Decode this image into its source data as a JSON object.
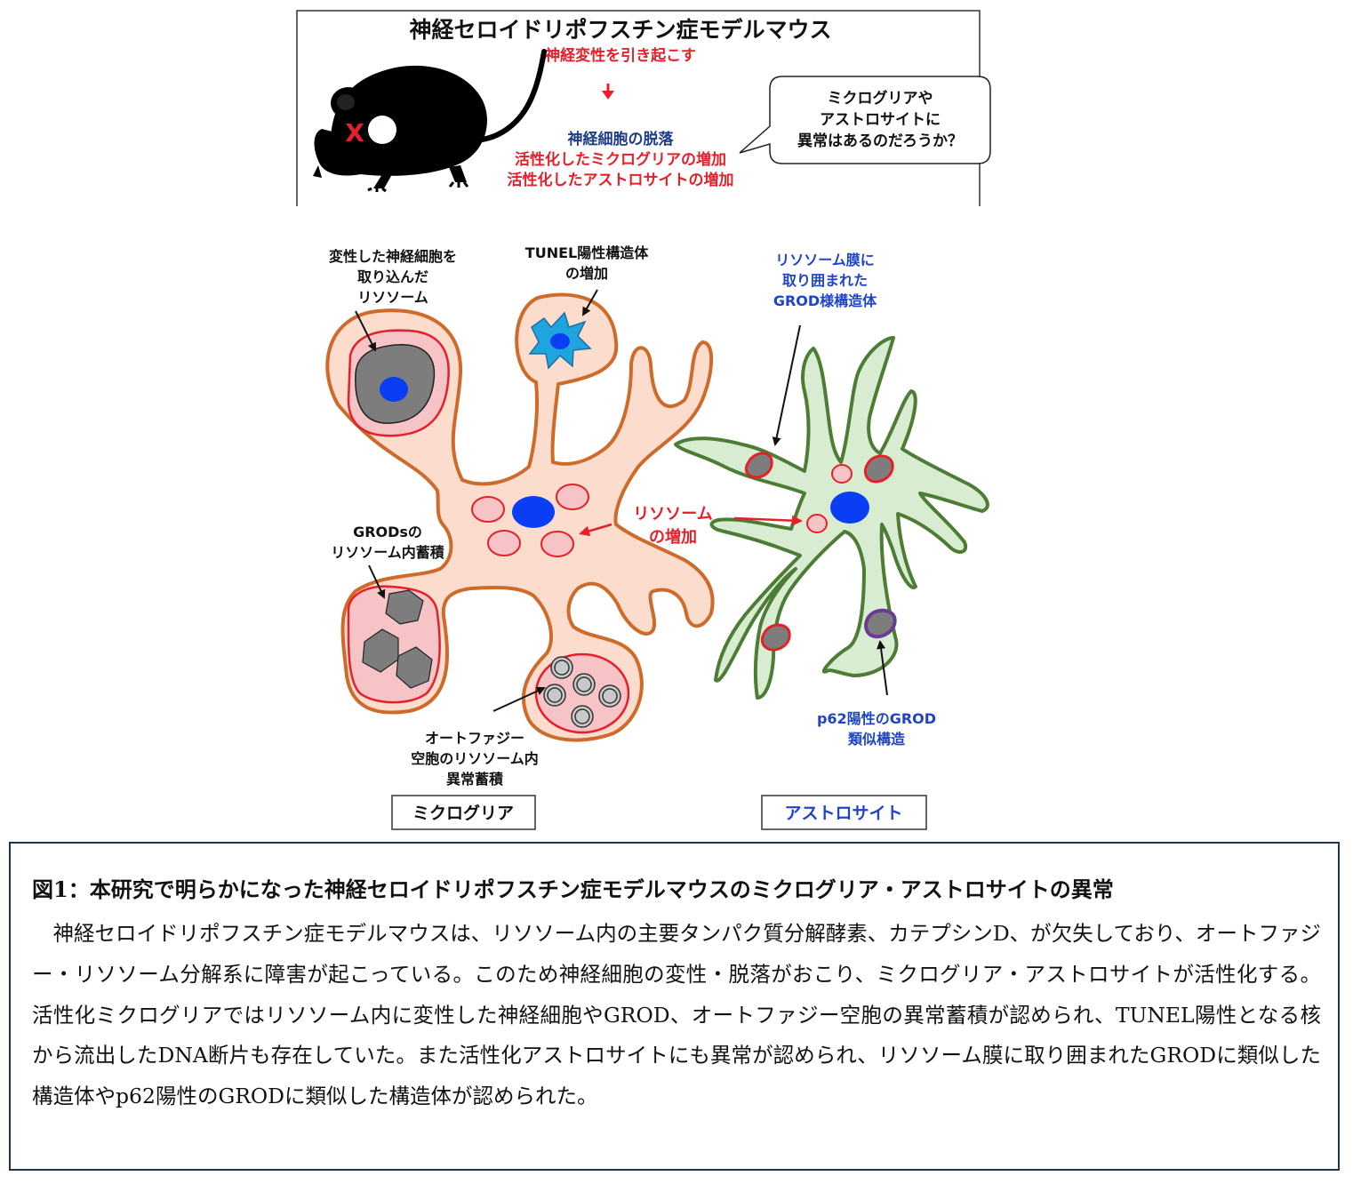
{
  "header": {
    "title": "神経セロイドリポフスチン症モデルマウス",
    "cause": "神経変性を引き起こす",
    "knockout_mark": "X",
    "effects": [
      "神経細胞の脱落",
      "活性化したミクログリアの増加",
      "活性化したアストロサイトの増加"
    ],
    "question_lines": [
      "ミクログリアや",
      "アストロサイトに",
      "異常はあるのだろうか？"
    ]
  },
  "microglia": {
    "panel_label": "ミクログリア",
    "labels": {
      "lysosome_neuron": [
        "変性した神経細胞を",
        "取り込んだ",
        "リソソーム"
      ],
      "tunel": [
        "TUNEL陽性構造体",
        "の増加"
      ],
      "grods": [
        "GRODsの",
        "リソソーム内蓄積"
      ],
      "autophagy": [
        "オートファジー",
        "空胞のリソソーム内",
        "異常蓄積"
      ]
    }
  },
  "shared": {
    "lysosome_increase": [
      "リソソーム",
      "の増加"
    ]
  },
  "astrocyte": {
    "panel_label": "アストロサイト",
    "labels": {
      "grod_like": [
        "リソソーム膜に",
        "取り囲まれた",
        "GROD様構造体"
      ],
      "p62": [
        "p62陽性のGROD",
        "類似構造"
      ]
    }
  },
  "caption": {
    "title": "図1：本研究で明らかになった神経セロイドリポフスチン症モデルマウスのミクログリア・アストロサイトの異常",
    "body": "神経セロイドリポフスチン症モデルマウスは、リソソーム内の主要タンパク質分解酵素、カテプシンD、が欠失しており、オートファジー・リソソーム分解系に障害が起こっている。このため神経細胞の変性・脱落がおこり、ミクログリア・アストロサイトが活性化する。活性化ミクログリアではリソソーム内に変性した神経細胞やGROD、オートファジー空胞の異常蓄積が認められ、TUNEL陽性となる核から流出したDNA断片も存在していた。また活性化アストロサイトにも異常が認められ、リソソーム膜に取り囲まれたGRODに類似した構造体やp62陽性のGRODに類似した構造体が認められた。"
  },
  "colors": {
    "red": "#e5202a",
    "dark_blue": "#1f3c88",
    "label_blue": "#1f44c8",
    "nucleus_blue": "#0a3ef5",
    "microglia_fill": "#fbdccd",
    "microglia_stroke": "#cf6b2a",
    "astrocyte_fill": "#d8ecd2",
    "astrocyte_stroke": "#4d7c34",
    "lysosome_fill": "#f6c4c6",
    "grod_grey": "#7d7d7d",
    "tunel_cyan": "#1fa4e0",
    "p62_purple": "#6a3a96",
    "caption_border": "#1f3350"
  }
}
